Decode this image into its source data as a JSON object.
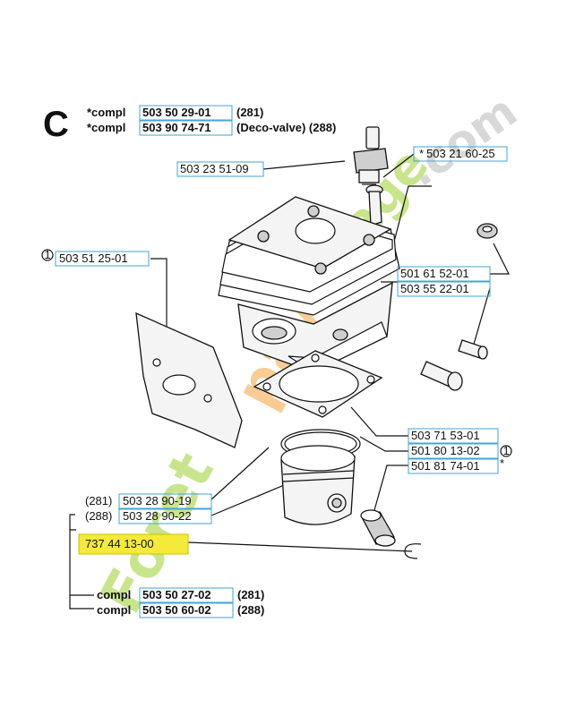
{
  "section_letter": "C",
  "header": [
    {
      "prefix": "*compl",
      "part": "503 50 29-01",
      "suffix": "(281)"
    },
    {
      "prefix": "*compl",
      "part": "503 90 74-71",
      "suffix": "(Deco-valve) (288)"
    }
  ],
  "callouts": {
    "spark_plug": "503 23 51-09",
    "bolt": "503 21 60-25",
    "bolt_mark": "*",
    "gasket_marker": "1",
    "gasket": "503 51 25-01",
    "decomp_a": "501 61 52-01",
    "decomp_b": "503 55 22-01",
    "stud": "503 71 53-01",
    "cylinder_gasket": "501 80 13-02",
    "cylinder_gasket_marker": "1",
    "bearing": "501 81 74-01",
    "bearing_mark": "*"
  },
  "piston": [
    {
      "variant": "(281)",
      "part": "503 28 90-19"
    },
    {
      "variant": "(288)",
      "part": "503 28 90-22"
    }
  ],
  "highlighted_part": "737 44 13-00",
  "highlight_color": "#f5ea3a",
  "footer": [
    {
      "prefix": "compl",
      "part": "503 50 27-02",
      "suffix": "(281)"
    },
    {
      "prefix": "compl",
      "part": "503 50 60-02",
      "suffix": "(288)"
    }
  ],
  "watermark": {
    "text": "Foretpaysage.com",
    "colors": [
      "#9ccf2e",
      "#f2a23a"
    ]
  }
}
